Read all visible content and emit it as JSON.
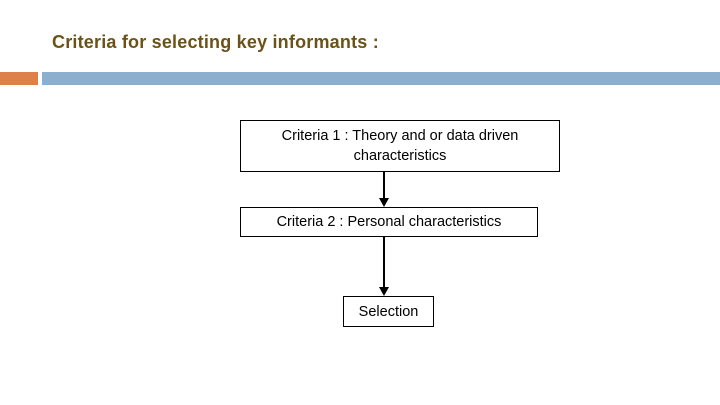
{
  "slide": {
    "title": "Criteria for selecting key informants :",
    "title_color": "#6B5318",
    "background_color": "#ffffff"
  },
  "divider": {
    "accent_color": "#DD8049",
    "bar_color": "#8CAFCE"
  },
  "flowchart": {
    "nodes": [
      {
        "id": "criteria-1",
        "label": "Criteria 1 : Theory and or data driven characteristics"
      },
      {
        "id": "criteria-2",
        "label": "Criteria 2 : Personal characteristics"
      },
      {
        "id": "selection",
        "label": "Selection"
      }
    ],
    "connectors": [
      {
        "id": "arrow-1",
        "from": "criteria-1",
        "to": "criteria-2",
        "direction": "down"
      },
      {
        "id": "arrow-2",
        "from": "criteria-2",
        "to": "selection",
        "direction": "down"
      }
    ],
    "border_color": "#000000",
    "text_color": "#000000"
  }
}
